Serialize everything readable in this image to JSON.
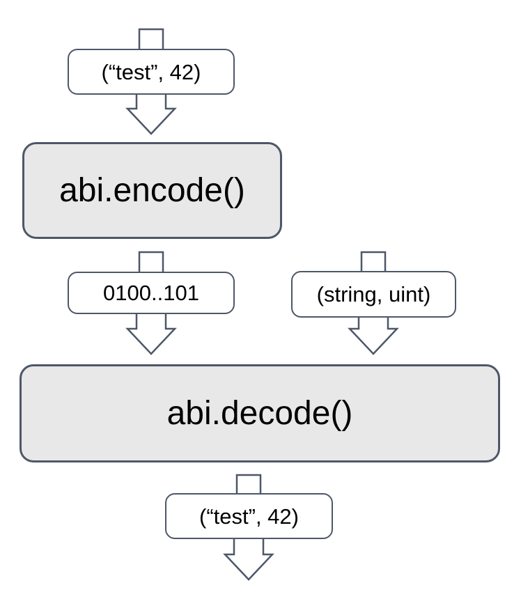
{
  "diagram": {
    "nodes": {
      "input_tuple": "(“test”, 42)",
      "encode_fn": "abi.encode()",
      "encoded_bytes": "0100..101",
      "types_tuple": "(string, uint)",
      "decode_fn": "abi.decode()",
      "output_tuple": "(“test”, 42)"
    },
    "icons": {
      "arrow_style": "hollow-down-arrow",
      "arrows": [
        "down-arrow-input-to-encode",
        "down-arrow-encoded-bytes-to-decode",
        "down-arrow-types-to-decode",
        "down-arrow-decode-output"
      ]
    },
    "colors": {
      "stroke": "#4d5768",
      "fn_box_fill": "#e8e8e8",
      "label_box_fill": "#ffffff",
      "background": "#ffffff",
      "text": "#000000"
    }
  }
}
